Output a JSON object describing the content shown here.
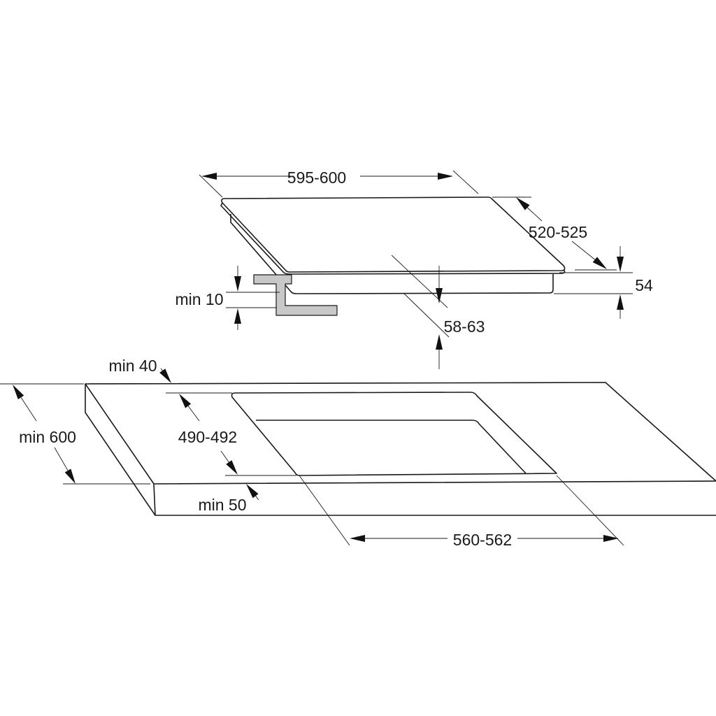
{
  "dimensions": {
    "hob_width": "595-600",
    "hob_depth": "520-525",
    "hob_height": "54",
    "min_gap_below": "min 10",
    "cutout_front_depth": "58-63",
    "rear_margin": "min 40",
    "worktop_depth": "min 600",
    "cutout_depth": "490-492",
    "front_margin": "min 50",
    "cutout_width": "560-562"
  },
  "colors": {
    "line": "#1a1a1a",
    "bracket_fill": "#c8c8c8"
  }
}
